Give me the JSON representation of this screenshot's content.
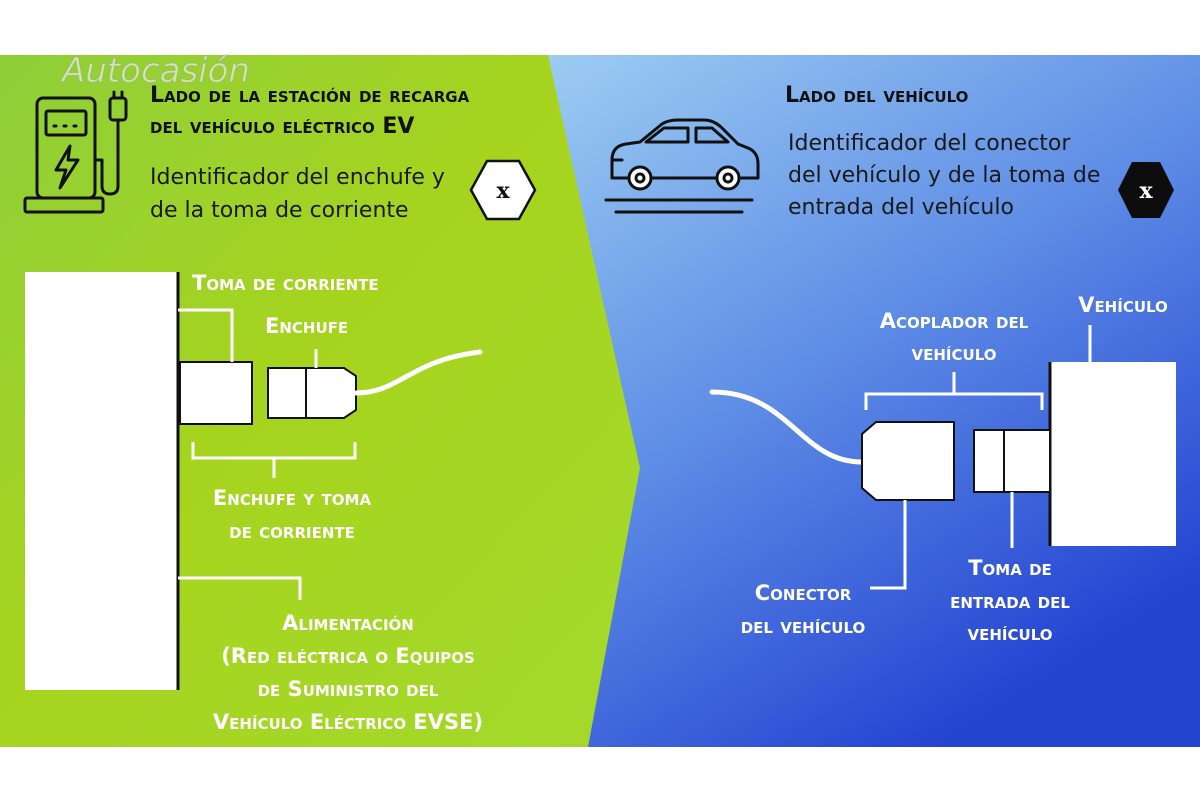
{
  "watermark": "Autocasión",
  "station_side": {
    "heading_line1": "Lado de la estación de recarga",
    "heading_line2": "del vehículo eléctrico EV",
    "desc_line1": "Identificador del enchufe y",
    "desc_line2": "de la toma de corriente",
    "badge": "x",
    "label_outlet": "Toma de corriente",
    "label_plug": "Enchufe",
    "label_plug_outlet_line1": "Enchufe y toma",
    "label_plug_outlet_line2": "de corriente",
    "label_supply_line1": "Alimentación",
    "label_supply_line2": "(Red eléctrica o Equipos",
    "label_supply_line3": "de Suministro del",
    "label_supply_line4": "Vehículo Eléctrico EVSE)"
  },
  "vehicle_side": {
    "heading": "Lado del vehículo",
    "desc_line1": "Identificador del conector",
    "desc_line2": "del vehículo y de la toma de",
    "desc_line3": "entrada del vehículo",
    "badge": "x",
    "label_vehicle": "Vehículo",
    "label_coupler_line1": "Acoplador del",
    "label_coupler_line2": "vehículo",
    "label_connector_line1": "Conector",
    "label_connector_line2": "del vehículo",
    "label_inlet_line1": "Toma de",
    "label_inlet_line2": "entrada del",
    "label_inlet_line3": "vehículo"
  },
  "colors": {
    "green_light": "#d4e93a",
    "green_mid": "#9fd22c",
    "blue_light": "#8ec4f0",
    "blue_dark": "#2543d4"
  }
}
